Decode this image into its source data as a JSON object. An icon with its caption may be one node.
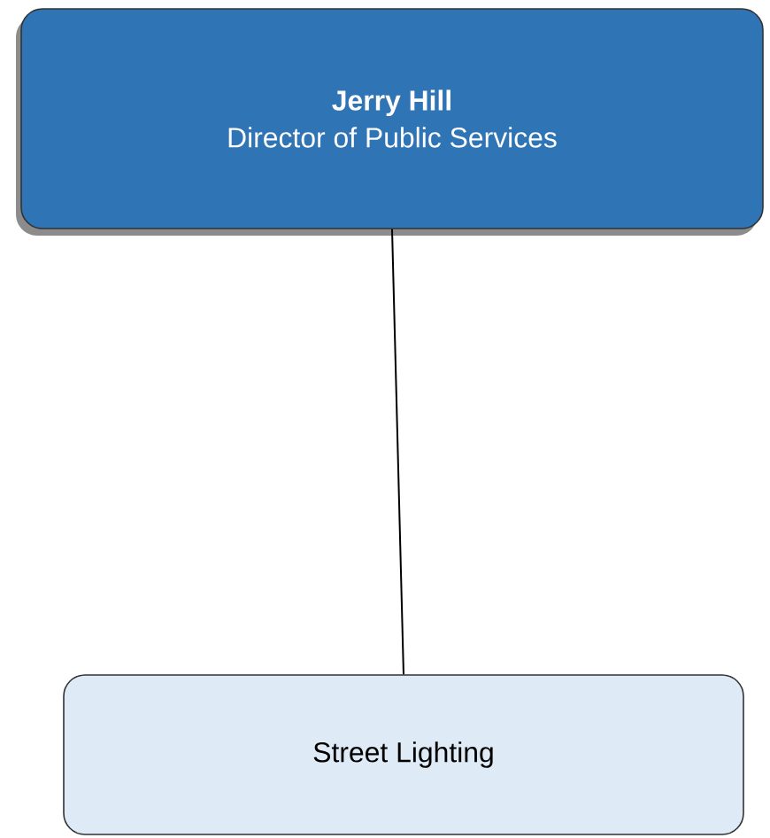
{
  "diagram": {
    "nodes": [
      {
        "text": [
          "Jerry Hill",
          "Director of Public Services"
        ]
      },
      {
        "text": [
          "Street Lighting"
        ]
      }
    ],
    "edges": [
      {
        "from": 0,
        "to": 1,
        "arrow": "none"
      }
    ]
  }
}
